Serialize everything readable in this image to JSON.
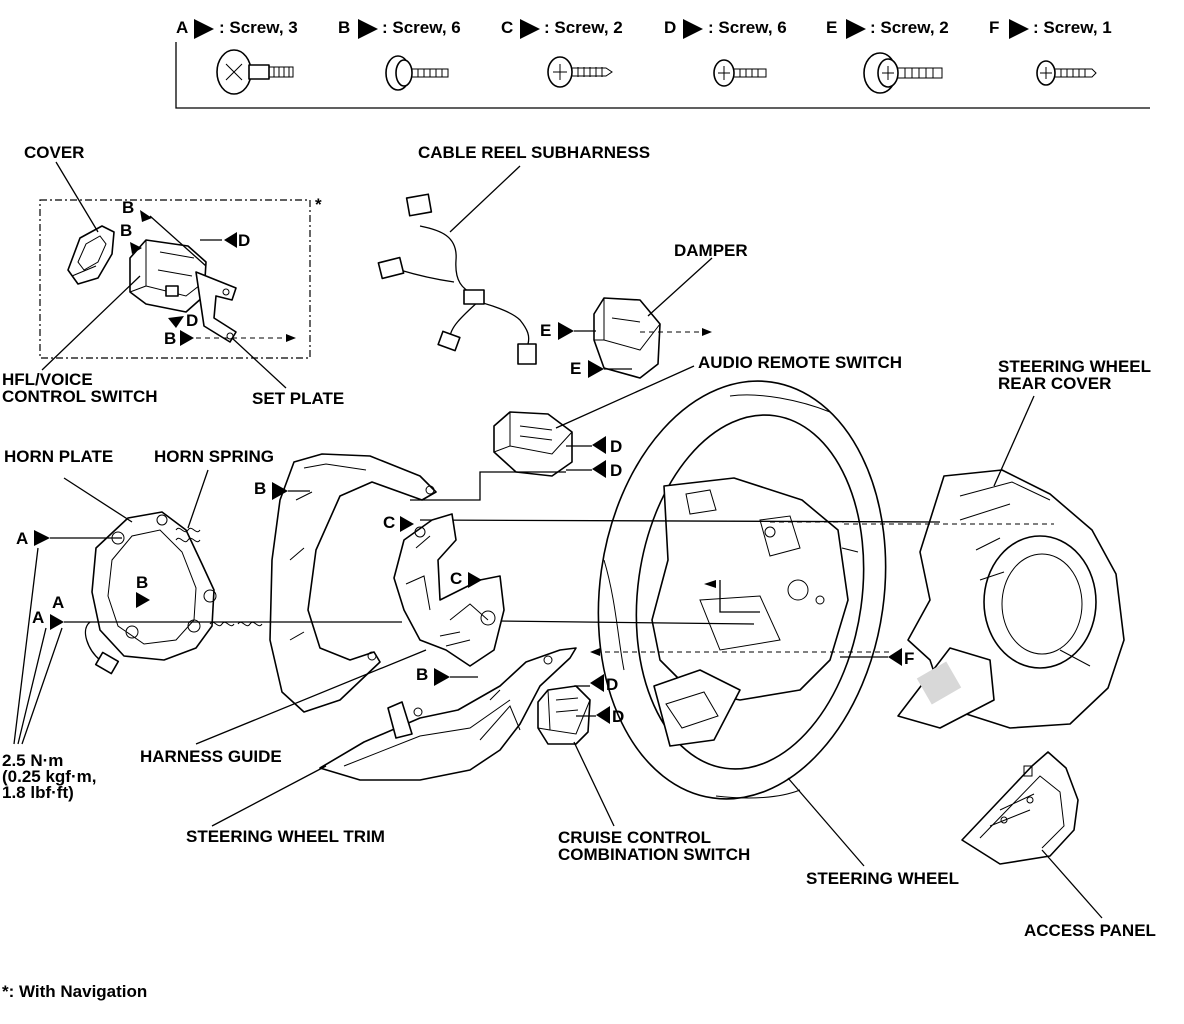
{
  "legend": [
    {
      "letter": "A",
      "text": ": Screw, 3"
    },
    {
      "letter": "B",
      "text": ": Screw, 6"
    },
    {
      "letter": "C",
      "text": ": Screw, 2"
    },
    {
      "letter": "D",
      "text": ": Screw, 6"
    },
    {
      "letter": "E",
      "text": ": Screw, 2"
    },
    {
      "letter": "F",
      "text": ": Screw, 1"
    }
  ],
  "labels": {
    "cover": "COVER",
    "cable_reel_subharness": "CABLE REEL SUBHARNESS",
    "damper": "DAMPER",
    "hfl_line1": "HFL/VOICE",
    "hfl_line2": "CONTROL SWITCH",
    "set_plate": "SET PLATE",
    "audio_remote_switch": "AUDIO REMOTE SWITCH",
    "rear_cover_line1": "STEERING WHEEL",
    "rear_cover_line2": "REAR COVER",
    "horn_plate": "HORN PLATE",
    "horn_spring": "HORN SPRING",
    "harness_guide": "HARNESS GUIDE",
    "torque_line1": "2.5 N·m",
    "torque_line2": "(0.25 kgf·m,",
    "torque_line3": "1.8 lbf·ft)",
    "steering_wheel_trim": "STEERING WHEEL TRIM",
    "cruise_line1": "CRUISE CONTROL",
    "cruise_line2": "COMBINATION SWITCH",
    "steering_wheel": "STEERING WHEEL",
    "access_panel": "ACCESS PANEL",
    "footnote": "*: With Navigation",
    "asterisk": "*"
  },
  "fastener_letters": {
    "a": "A",
    "b": "B",
    "c": "C",
    "d": "D",
    "e": "E",
    "f": "F"
  }
}
